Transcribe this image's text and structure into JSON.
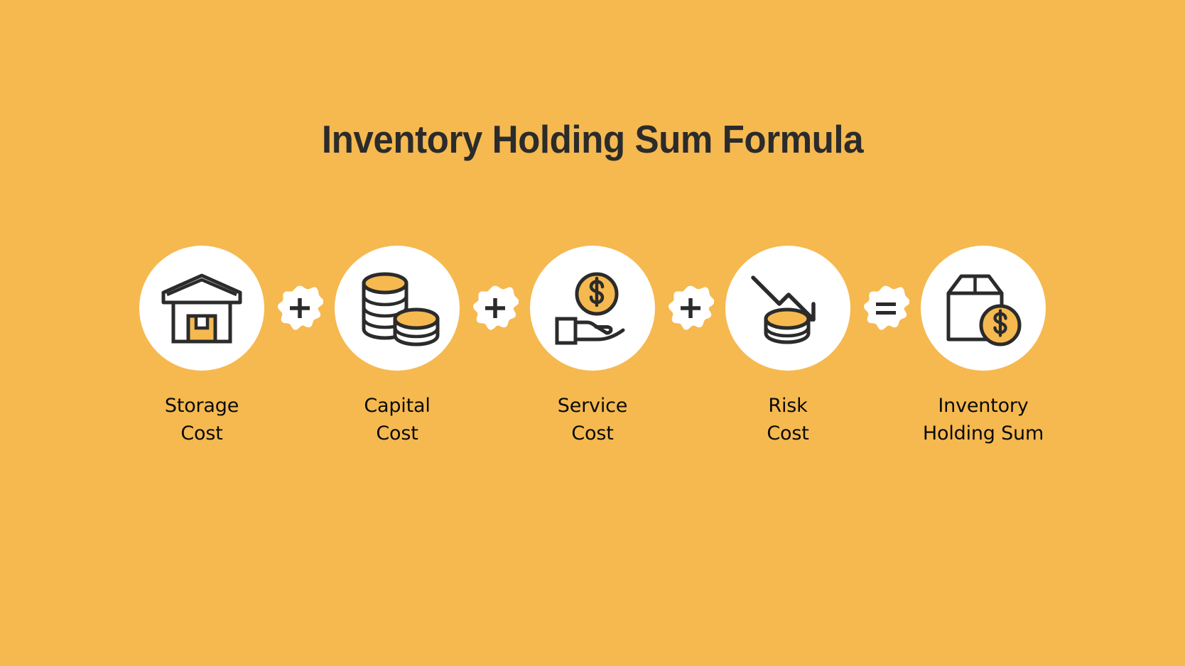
{
  "page": {
    "title": "Inventory Holding Sum Formula",
    "background_color": "#F5B950",
    "title_color": "#2B2B2B",
    "label_color": "#0A0A0A",
    "disc_color": "#FFFFFF",
    "accent_color": "#F5B950",
    "line_color": "#2B2B2B"
  },
  "diagram": {
    "type": "formula",
    "terms": [
      {
        "label_line1": "Storage",
        "label_line2": "Cost",
        "icon": "warehouse-icon"
      },
      {
        "label_line1": "Capital",
        "label_line2": "Cost",
        "icon": "coin-stacks-icon"
      },
      {
        "label_line1": "Service",
        "label_line2": "Cost",
        "icon": "hand-holding-coin-icon"
      },
      {
        "label_line1": "Risk",
        "label_line2": "Cost",
        "icon": "declining-arrow-coins-icon"
      },
      {
        "label_line1": "Inventory",
        "label_line2": "Holding Sum",
        "icon": "box-with-coin-icon"
      }
    ],
    "operators": [
      {
        "symbol": "+",
        "name": "plus-operator"
      },
      {
        "symbol": "+",
        "name": "plus-operator"
      },
      {
        "symbol": "+",
        "name": "plus-operator"
      },
      {
        "symbol": "=",
        "name": "equals-operator"
      }
    ]
  }
}
